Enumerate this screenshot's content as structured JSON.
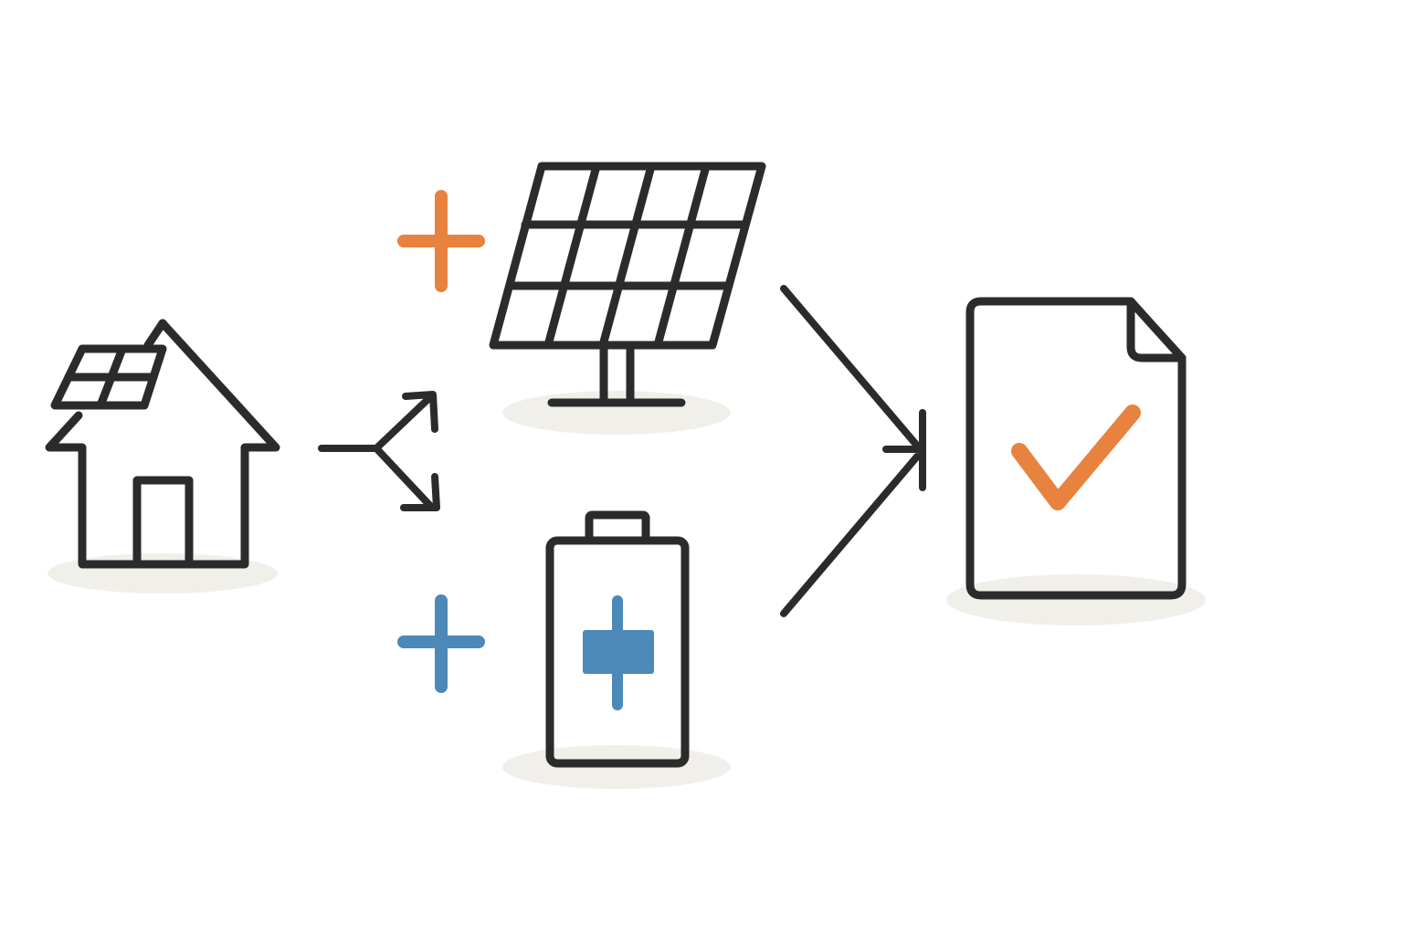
{
  "diagram": {
    "nodes": [
      {
        "id": "house",
        "icon": "house-with-solar-roof-icon"
      },
      {
        "id": "solar-panel",
        "icon": "solar-panel-icon"
      },
      {
        "id": "battery",
        "icon": "battery-icon"
      },
      {
        "id": "document",
        "icon": "approved-document-icon"
      }
    ],
    "edges": [
      {
        "from": "house",
        "to": "solar-panel"
      },
      {
        "from": "house",
        "to": "battery"
      },
      {
        "from": "solar-panel",
        "to": "document"
      },
      {
        "from": "battery",
        "to": "document"
      }
    ],
    "symbols": [
      {
        "name": "plus-icon",
        "near": "solar-panel",
        "color": "#E8823F"
      },
      {
        "name": "plus-icon",
        "near": "battery",
        "color": "#4C89B8"
      },
      {
        "name": "checkmark-icon",
        "near": "document",
        "color": "#E8823F"
      }
    ]
  },
  "colors": {
    "outline": "#2b2b2b",
    "accent_orange": "#E8823F",
    "accent_blue": "#4C89B8",
    "shadow": "#F1EFEA",
    "background": "#FFFFFF"
  }
}
